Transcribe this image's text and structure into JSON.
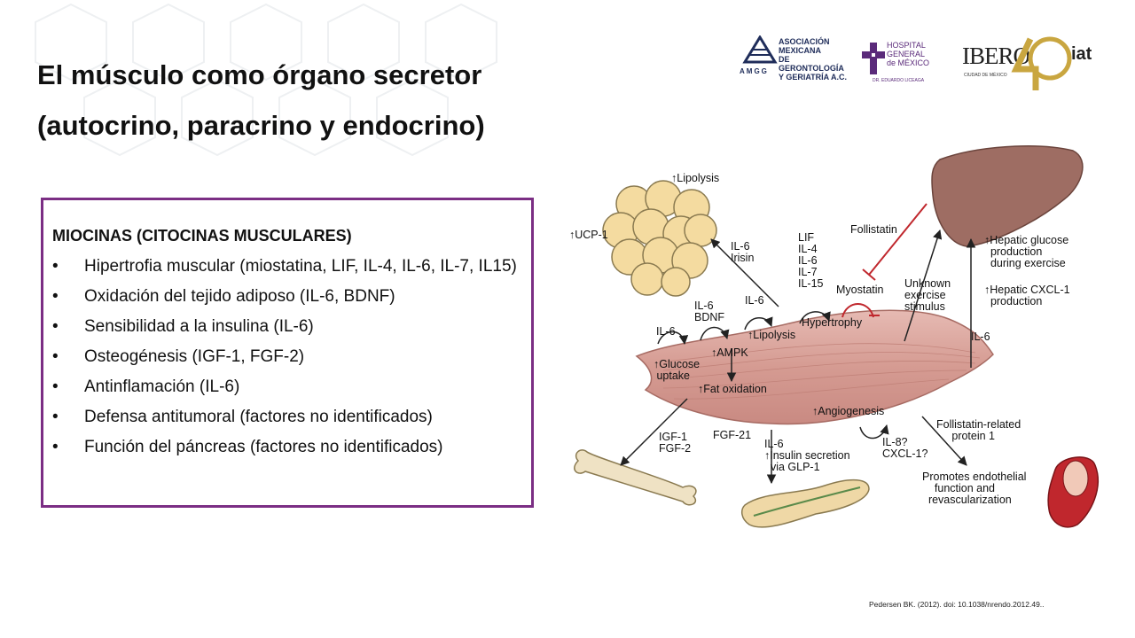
{
  "title": {
    "line1": "El músculo como órgano secretor",
    "line2": "(autocrino, paracrino y endocrino)"
  },
  "logos": {
    "amgg": {
      "lines": [
        "ASOCIACIÓN",
        "MEXICANA",
        "DE GERONTOLOGÍA",
        "Y GERIATRÍA A.C."
      ],
      "abbr": "AMGG"
    },
    "hgm": {
      "lines": [
        "HOSPITAL",
        "GENERAL",
        "de MÉXICO"
      ],
      "sub": "DR. EDUARDO LICEAGA"
    },
    "ibero": {
      "name": "IBERO",
      "sub": "CIUDAD DE MÉXICO",
      "suffix": "iat"
    }
  },
  "box": {
    "heading": "MIOCINAS  (CITOCINAS MUSCULARES)",
    "bullet": "•",
    "items": [
      "Hipertrofia muscular (miostatina,  LIF, IL-4, IL-6, IL-7, IL15)",
      "Oxidación del tejido adiposo (IL-6,  BDNF)",
      "Sensibilidad a la insulina (IL-6)",
      "Osteogénesis (IGF-1, FGF-2)",
      "Antinflamación (IL-6)",
      "Defensa antitumoral (factores no identificados)",
      "Función del páncreas (factores no identificados)"
    ]
  },
  "figure": {
    "lipolysis_top": "↑Lipolysis",
    "ucp1": "↑UCP-1",
    "il6_irisin": "IL-6\nIrisin",
    "il6_glucose": "IL-6",
    "il6_bdnf": "IL-6\nBDNF",
    "il6_lipolysis": "IL-6",
    "lif_list": "LIF\nIL-4\nIL-6\nIL-7\nIL-15",
    "follistatin": "Follistatin",
    "myostatin": "Myostatin",
    "unknown_stimulus": "Unknown\nexercise\nstimulus",
    "hepatic_glucose": "↑Hepatic glucose\n  production\n  during exercise",
    "hepatic_cxcl1": "↑Hepatic CXCL-1\n  production",
    "il6_liver": "IL-6",
    "hypertrophy": "Hypertrophy",
    "lipolysis_muscle": "↑Lipolysis",
    "ampk": "↑AMPK",
    "glucose_uptake": "↑Glucose\n uptake",
    "fat_oxidation": "↑Fat oxidation",
    "angiogenesis": "↑Angiogenesis",
    "igf_fgf": "IGF-1\nFGF-2",
    "fgf21": "FGF-21",
    "insulin_secretion": "IL-6\n↑Insulin secretion\n  via GLP-1",
    "il8_cxcl1": "IL-8?\nCXCL-1?",
    "follistatin_related": "Follistatin-related\n     protein 1",
    "endothelial": "Promotes endothelial\n    function and\n  revascularization"
  },
  "citation": "Pedersen BK. (2012). doi: 10.1038/nrendo.2012.49..",
  "colors": {
    "accent": "#7b2e84",
    "muscle": "#d9a7a0",
    "liver": "#9e6d63",
    "fat": "#f4dba0",
    "bone": "#efe2c4",
    "pancreas": "#efd8a6",
    "vessel": "#c0272d"
  }
}
